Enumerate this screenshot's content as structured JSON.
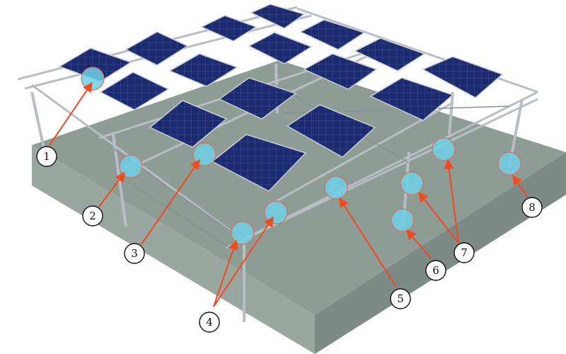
{
  "labels": [
    {
      "id": "label-1",
      "text": "1"
    },
    {
      "id": "label-2",
      "text": "2"
    },
    {
      "id": "label-3",
      "text": "3"
    },
    {
      "id": "label-4",
      "text": "4"
    },
    {
      "id": "label-5",
      "text": "5"
    },
    {
      "id": "label-6",
      "text": "6"
    },
    {
      "id": "label-7",
      "text": "7"
    },
    {
      "id": "label-8",
      "text": "8"
    }
  ],
  "colors": {
    "ground_top": "#8e9c96",
    "ground_left": "#9aa6a0",
    "ground_right": "#7e8a85",
    "frame": "#b9bec4",
    "frame_dark": "#8a9096",
    "panel": "#1c2a6e",
    "panel_cell": "#33469a",
    "panel_frame": "#c9ccd2",
    "highlight_fill": "#6fd0e6",
    "highlight_stroke": "#e06a5a",
    "arrow": "#f04a1e"
  }
}
